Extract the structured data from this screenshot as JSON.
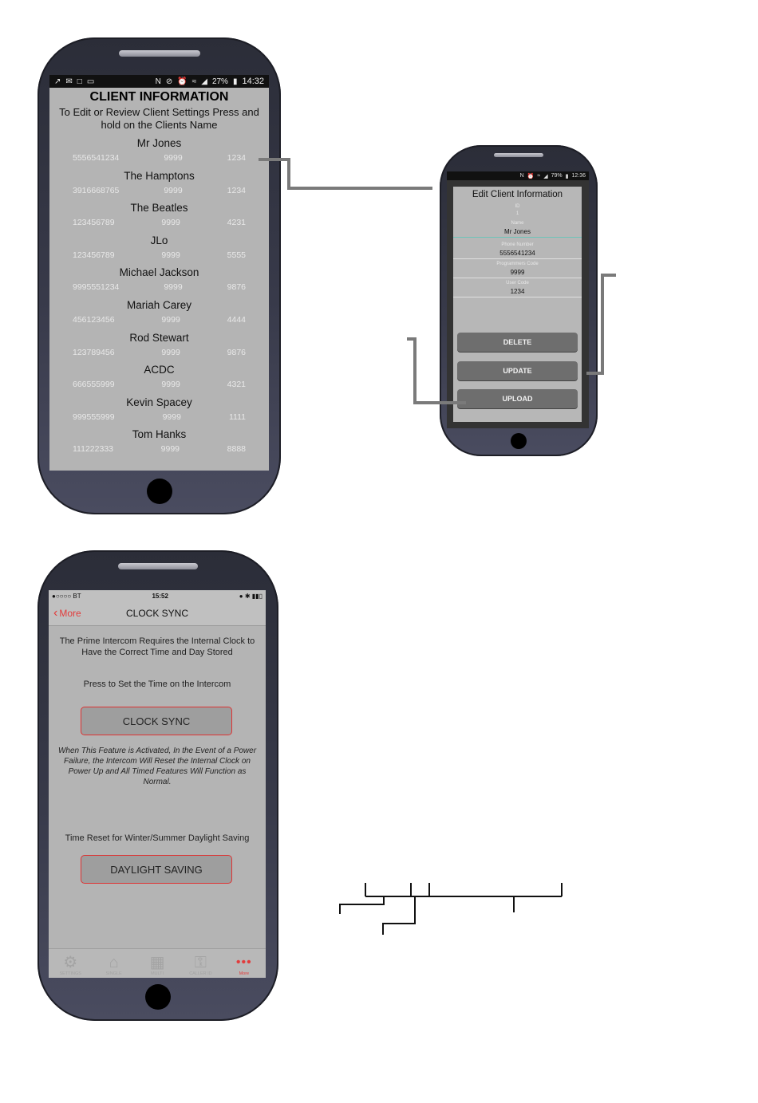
{
  "client_info": {
    "status_time": "14:32",
    "status_battery": "27%",
    "title": "CLIENT INFORMATION",
    "instructions": "To Edit or Review Client Settings Press and hold on the Clients Name",
    "clients": [
      {
        "name": "Mr Jones",
        "phone": "5556541234",
        "prog_code": "9999",
        "user_code": "1234"
      },
      {
        "name": "The Hamptons",
        "phone": "3916668765",
        "prog_code": "9999",
        "user_code": "1234"
      },
      {
        "name": "The Beatles",
        "phone": "123456789",
        "prog_code": "9999",
        "user_code": "4231"
      },
      {
        "name": "JLo",
        "phone": "123456789",
        "prog_code": "9999",
        "user_code": "5555"
      },
      {
        "name": "Michael Jackson",
        "phone": "9995551234",
        "prog_code": "9999",
        "user_code": "9876"
      },
      {
        "name": "Mariah Carey",
        "phone": "456123456",
        "prog_code": "9999",
        "user_code": "4444"
      },
      {
        "name": "Rod Stewart",
        "phone": "123789456",
        "prog_code": "9999",
        "user_code": "9876"
      },
      {
        "name": "ACDC",
        "phone": "666555999",
        "prog_code": "9999",
        "user_code": "4321"
      },
      {
        "name": "Kevin Spacey",
        "phone": "999555999",
        "prog_code": "9999",
        "user_code": "1111"
      },
      {
        "name": "Tom Hanks",
        "phone": "111222333",
        "prog_code": "9999",
        "user_code": "8888"
      }
    ]
  },
  "edit_client": {
    "status_time": "12:36",
    "status_battery": "79%",
    "title": "Edit Client Information",
    "id_label": "ID",
    "id_value": "1",
    "name_label": "Name",
    "name_value": "Mr Jones",
    "phone_label": "Phone Number",
    "phone_value": "5556541234",
    "prog_label": "Programmers Code",
    "prog_value": "9999",
    "user_label": "User Code",
    "user_value": "1234",
    "delete_label": "DELETE",
    "update_label": "UPDATE",
    "upload_label": "UPLOAD"
  },
  "clock_sync": {
    "status_carrier": "●○○○○ BT",
    "status_time": "15:52",
    "back_label": "More",
    "title": "CLOCK SYNC",
    "intro": "The Prime Intercom Requires the Internal Clock to Have the Correct Time and Day Stored",
    "press_text": "Press to Set the Time on the Intercom",
    "sync_button": "CLOCK SYNC",
    "note": "When This Feature is Activated, In the Event of a Power Failure, the Intercom Will Reset the Internal Clock on Power Up and All Timed Features Will Function as Normal.",
    "dst_text": "Time Reset for Winter/Summer Daylight Saving",
    "dst_button": "DAYLIGHT SAVING",
    "tabs": [
      {
        "label": "SETTINGS",
        "icon": "gear-icon"
      },
      {
        "label": "SINGLE",
        "icon": "house-icon"
      },
      {
        "label": "MULTI",
        "icon": "building-icon"
      },
      {
        "label": "CALLER ID",
        "icon": "key-icon"
      },
      {
        "label": "More",
        "icon": "more-dots-icon"
      }
    ]
  },
  "colors": {
    "accent_red": "#e23b3b",
    "screen_grey": "#b4b4b4",
    "button_grey": "#6e6e6e",
    "connector_grey": "#7a7a7a"
  }
}
